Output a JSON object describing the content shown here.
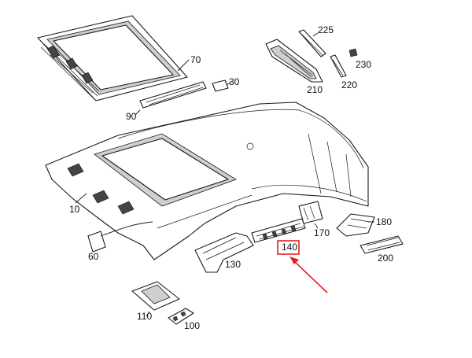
{
  "diagram": {
    "callouts": [
      "225",
      "230",
      "70",
      "30",
      "210",
      "220",
      "90",
      "10",
      "180",
      "170",
      "60",
      "140",
      "200",
      "130",
      "110",
      "100"
    ],
    "highlighted_callout": "140",
    "highlight_color": "#e02020"
  }
}
